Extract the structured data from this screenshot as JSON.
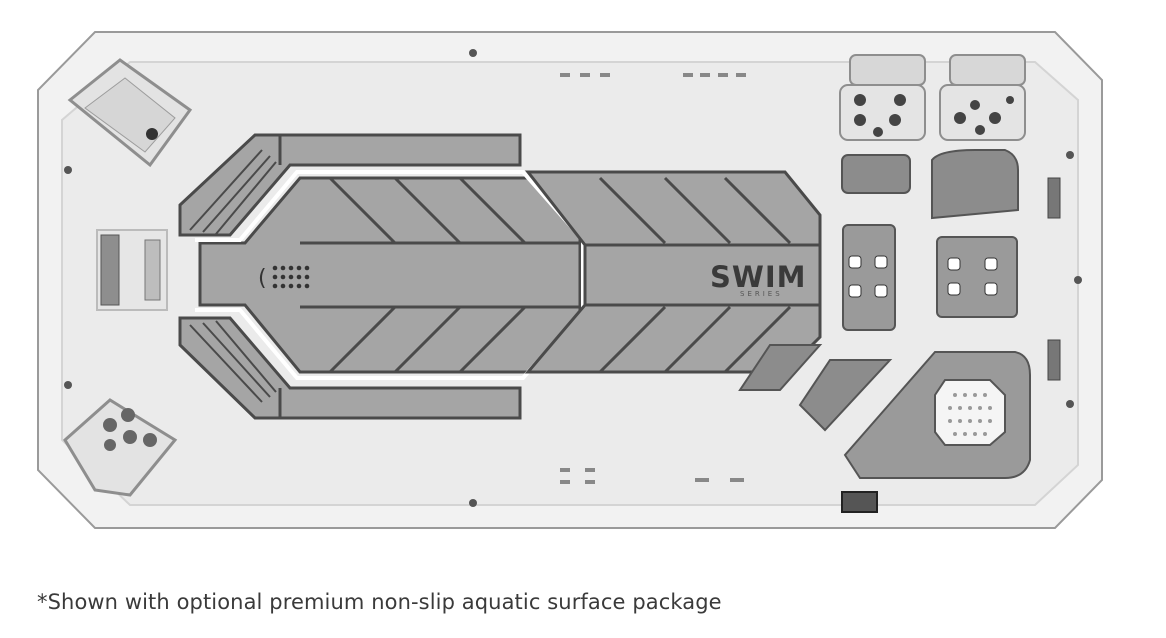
{
  "product_image": {
    "brand_mark": "SWIM",
    "brand_sub": "SERIES",
    "colors": {
      "shell": "#f1f1f1",
      "shell_outline": "#9a9a9a",
      "surface": "#a5a5a5",
      "surface_outline": "#4a4a4a",
      "jet_pad": "#8c8c8c",
      "accent_white": "#ffffff"
    }
  },
  "caption": {
    "text": "*Shown with optional premium non-slip aquatic surface package"
  }
}
